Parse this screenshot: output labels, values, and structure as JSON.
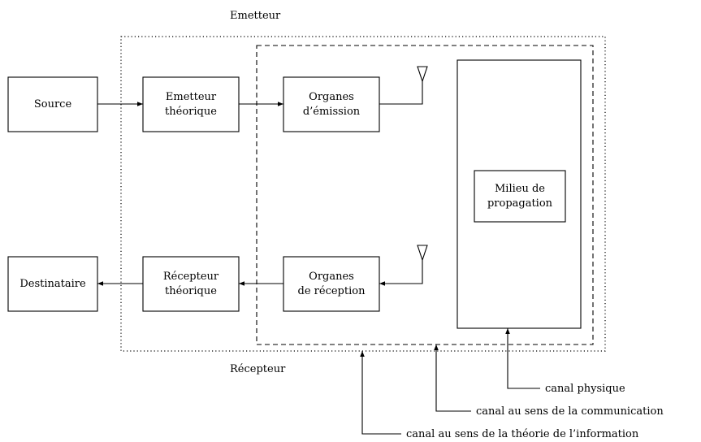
{
  "labels": {
    "emetteur_title": "Emetteur",
    "recepteur_title": "Récepteur"
  },
  "boxes": {
    "source": {
      "line1": "Source"
    },
    "destinataire": {
      "line1": "Destinataire"
    },
    "emetteur_theorique": {
      "line1": "Emetteur",
      "line2": "théorique"
    },
    "recepteur_theorique": {
      "line1": "Récepteur",
      "line2": "théorique"
    },
    "organes_emission": {
      "line1": "Organes",
      "line2": "d’émission"
    },
    "organes_reception": {
      "line1": "Organes",
      "line2": "de réception"
    },
    "milieu": {
      "line1": "Milieu de",
      "line2": "propagation"
    }
  },
  "channels": {
    "physique": "canal physique",
    "communication": "canal au sens de la communication",
    "information": "canal au sens de la théorie de l’information"
  }
}
